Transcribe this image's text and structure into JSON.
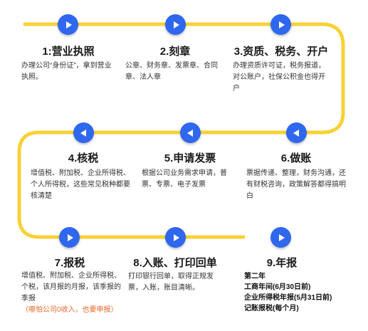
{
  "steps": [
    {
      "title": "1:营业执照",
      "desc": "办理公司“身份证”，拿到营业执照。",
      "direction": "right"
    },
    {
      "title": "2.刻章",
      "desc": "公章、财务章、发票章、合同章、法人章",
      "direction": "right"
    },
    {
      "title": "3.资质、税务、开户",
      "desc": "办理资质许可证，税务报道，对公账户，社保公积金也得开户",
      "direction": "right"
    },
    {
      "title": "4.核税",
      "desc": "增值税、附加税、企业所得税、个人所得税，这些常见税种都要核清楚",
      "direction": "left"
    },
    {
      "title": "5.申请发票",
      "desc": "根据公司业务需求申请，普票、专票、电子发票",
      "direction": "left"
    },
    {
      "title": "6.做账",
      "desc": "票据传递、整理，财务沟通，还有财税咨询，政策解答都得搞明白",
      "direction": "left"
    },
    {
      "title": "7.报税",
      "desc": "增值税、附加税、企业所得税、个税，该月报的月报，该季报的季报",
      "note": "（哪怕公司0收入，也要申报）",
      "direction": "right"
    },
    {
      "title": "8.入账、打印回单",
      "desc": "打印银行回单，取得正规发票，入账，账目清晰。",
      "direction": "right"
    },
    {
      "title": "9.年报",
      "lines": [
        "第二年",
        "工商年间(6月30日前)",
        "企业所得税年报(5月31日前)",
        "记账报税(每个月)"
      ]
    }
  ],
  "colors": {
    "path": "#f7d137",
    "node": "#2f67ee",
    "note": "#e8672a"
  }
}
